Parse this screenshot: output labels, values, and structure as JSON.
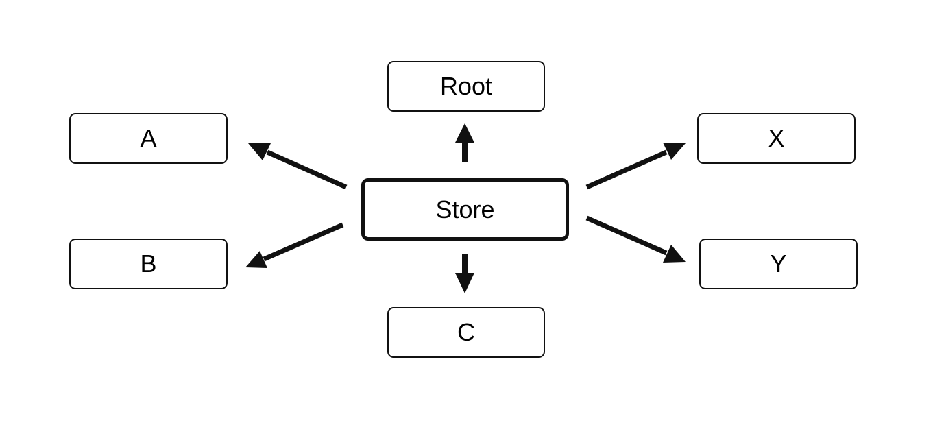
{
  "diagram": {
    "nodes": {
      "root": "Root",
      "a": "A",
      "b": "B",
      "store": "Store",
      "c": "C",
      "x": "X",
      "y": "Y"
    },
    "edges": [
      {
        "from": "store",
        "to": "root"
      },
      {
        "from": "store",
        "to": "a"
      },
      {
        "from": "store",
        "to": "b"
      },
      {
        "from": "store",
        "to": "c"
      },
      {
        "from": "store",
        "to": "x"
      },
      {
        "from": "store",
        "to": "y"
      }
    ],
    "colors": {
      "line": "#111111",
      "background": "#ffffff",
      "text": "#000000"
    }
  }
}
